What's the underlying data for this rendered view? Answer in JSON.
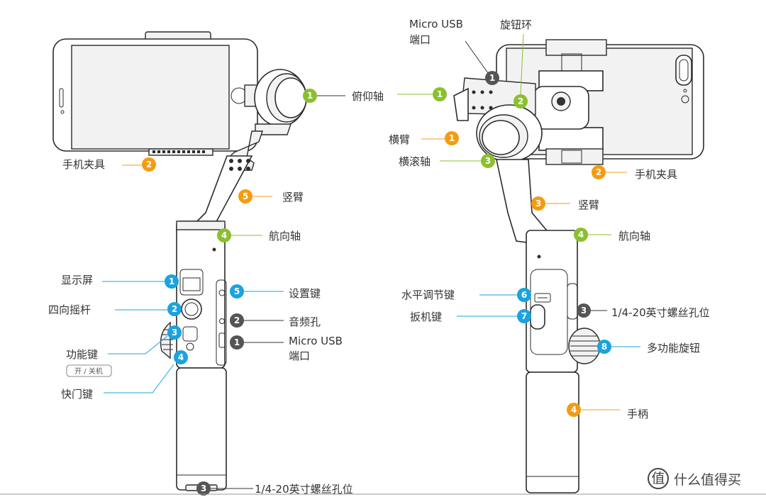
{
  "colors": {
    "green": "#8bbf2f",
    "orange": "#f39c12",
    "blue": "#1aa3e0",
    "gray": "#555555",
    "line": "#333333"
  },
  "left_labels": {
    "pitch_axis": {
      "num": "1",
      "text": "俯仰轴"
    },
    "phone_clamp": {
      "num": "2",
      "text": "手机夹具"
    },
    "vertical_arm": {
      "num": "5",
      "text": "竖臂"
    },
    "pan_axis": {
      "num": "4",
      "text": "航向轴"
    },
    "display": {
      "num": "1",
      "text": "显示屏"
    },
    "joystick": {
      "num": "2",
      "text": "四向摇杆"
    },
    "function_key": {
      "num": "3",
      "text": "功能键",
      "sub": "开 / 关机"
    },
    "shutter_key": {
      "num": "4",
      "text": "快门键"
    },
    "settings_key": {
      "num": "5",
      "text": "设置键"
    },
    "audio_jack": {
      "num": "2",
      "text": "音频孔"
    },
    "micro_usb": {
      "num": "1",
      "text1": "Micro USB",
      "text2": "端口"
    },
    "screw_hole": {
      "num": "3",
      "text": "1/4-20英寸螺丝孔位"
    }
  },
  "right_labels": {
    "micro_usb": {
      "num": "1",
      "text1": "Micro USB",
      "text2": "端口"
    },
    "knob_ring": {
      "num": "2",
      "text": "旋钮环"
    },
    "pitch_axis": {
      "num": "1"
    },
    "cross_arm": {
      "num": "1",
      "text": "横臂"
    },
    "roll_axis": {
      "num": "3",
      "text": "横滚轴"
    },
    "phone_clamp": {
      "num": "2",
      "text": "手机夹具"
    },
    "vertical_arm": {
      "num": "3",
      "text": "竖臂"
    },
    "pan_axis": {
      "num": "4",
      "text": "航向轴"
    },
    "level_key": {
      "num": "6",
      "text": "水平调节键"
    },
    "trigger_key": {
      "num": "7",
      "text": "扳机键"
    },
    "screw_hole": {
      "num": "3",
      "text": "1/4-20英寸螺丝孔位"
    },
    "multi_knob": {
      "num": "8",
      "text": "多功能旋钮"
    },
    "handle": {
      "num": "4",
      "text": "手柄"
    }
  },
  "watermark": {
    "logo": "值",
    "text": "什么值得买"
  }
}
